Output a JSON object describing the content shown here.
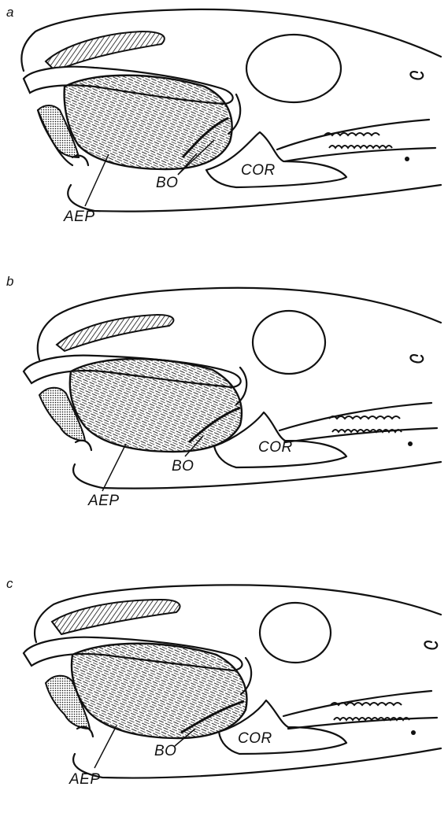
{
  "panels": [
    {
      "letter": "a",
      "labels": {
        "aep": "AEP",
        "bo": "BO",
        "cor": "COR"
      }
    },
    {
      "letter": "b",
      "labels": {
        "aep": "AEP",
        "bo": "BO",
        "cor": "COR"
      }
    },
    {
      "letter": "c",
      "labels": {
        "aep": "AEP",
        "bo": "BO",
        "cor": "COR"
      }
    }
  ]
}
